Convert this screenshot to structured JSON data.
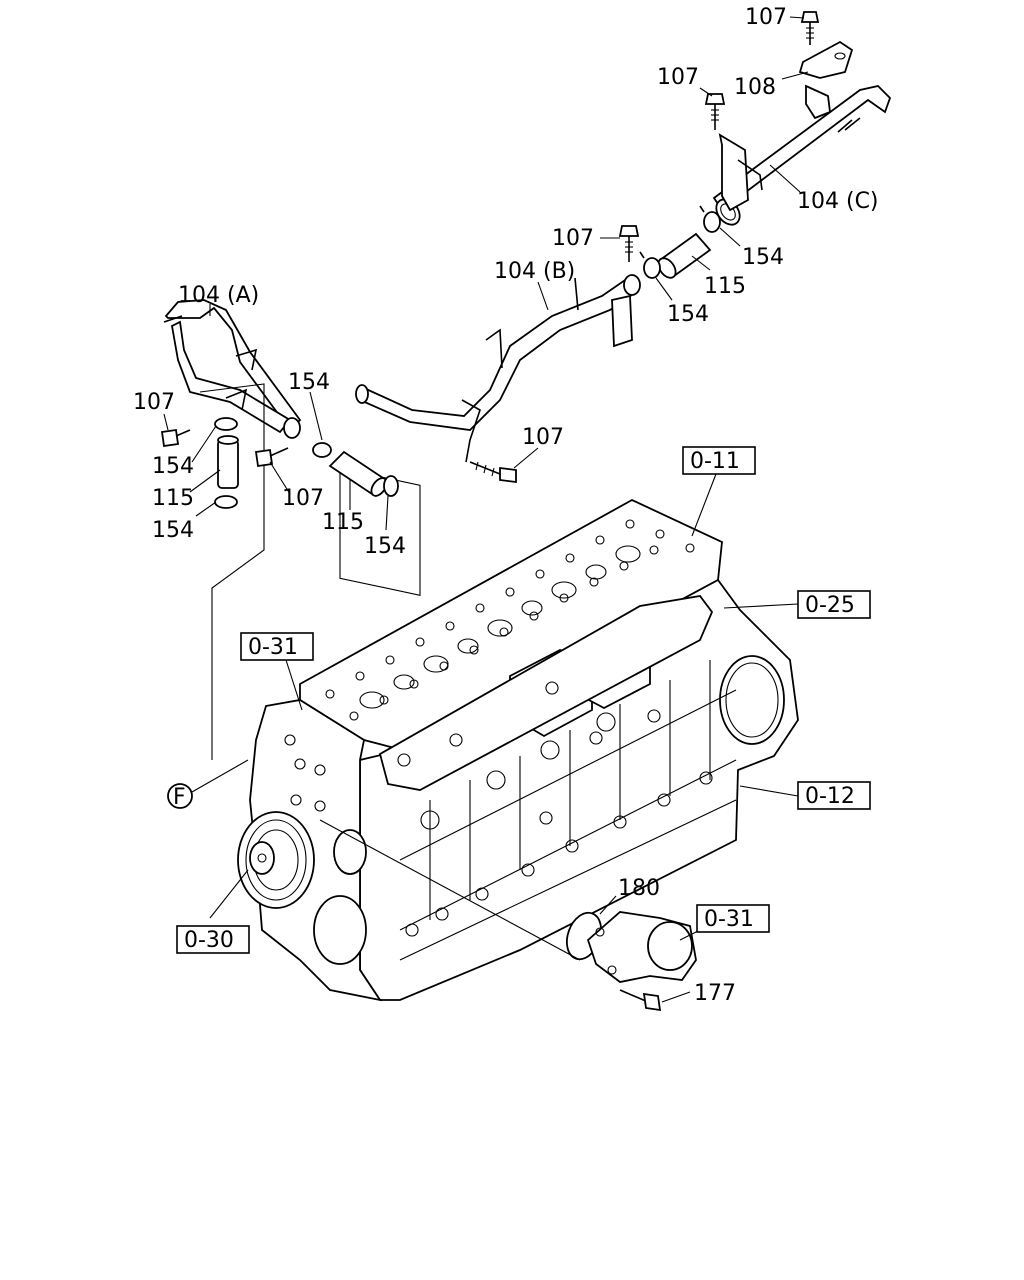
{
  "labels": {
    "l107_top": "107",
    "l108": "108",
    "l107_b2": "107",
    "l104c": "104 (C)",
    "l154_c": "154",
    "l115_c": "115",
    "l154_b": "154",
    "l107_b": "107",
    "l104b": "104 (B)",
    "l104a": "104 (A)",
    "l107_a": "107",
    "l154_a1": "154",
    "l115_a": "115",
    "l154_a2": "154",
    "l107_a2": "107",
    "l154_m1": "154",
    "l115_m": "115",
    "l154_m2": "154",
    "l107_m": "107",
    "l180": "180",
    "l177": "177",
    "circle_f": "F"
  },
  "references": {
    "r011": "0-11",
    "r025": "0-25",
    "r031_left": "0-31",
    "r012": "0-12",
    "r030": "0-30",
    "r031_right": "0-31"
  }
}
